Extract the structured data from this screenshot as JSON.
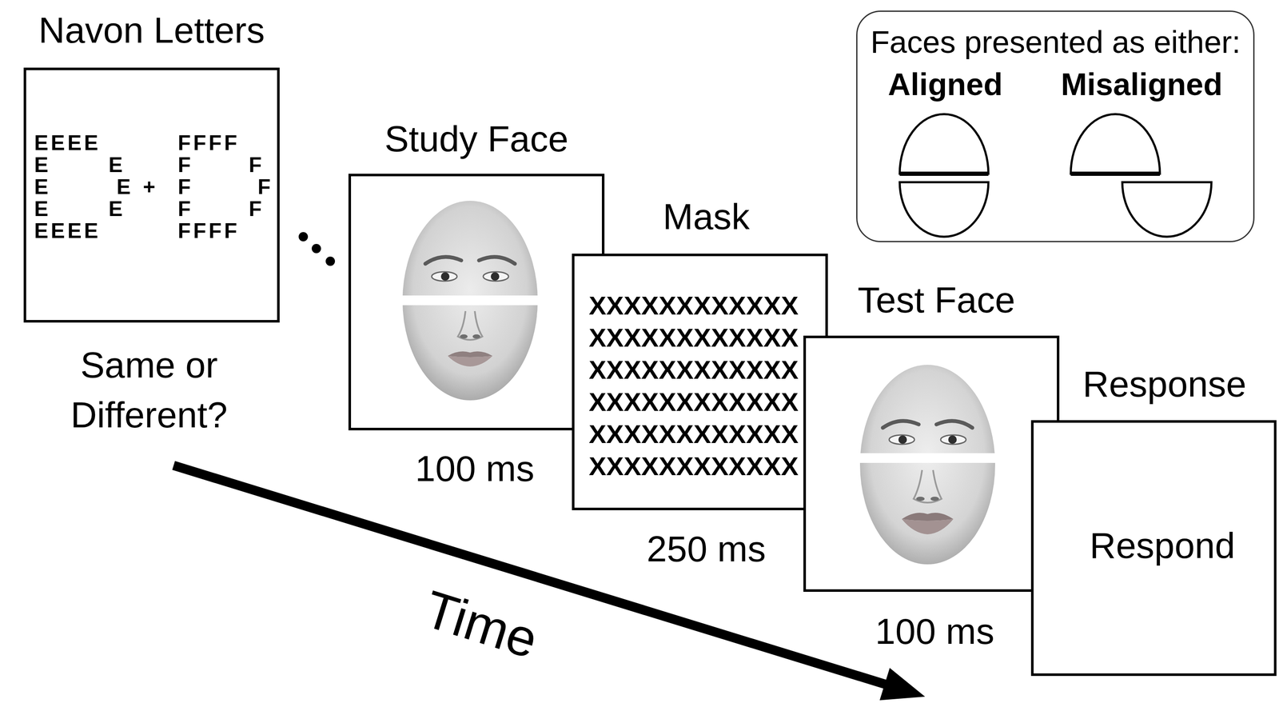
{
  "diagram": {
    "nodes": [
      {
        "text": [
          "Navon Letters"
        ]
      },
      {
        "text": [
          "Study Face"
        ]
      },
      {
        "text": [
          "Mask",
          "XXXXXXXXXXXX XXXXXXXXXXXX XXXXXXXXXXXX XXXXXXXXXXXX XXXXXXXXXXXX XXXXXXXXXXXX"
        ]
      },
      {
        "text": [
          "Test Face"
        ]
      },
      {
        "text": [
          "Response",
          "Respond"
        ]
      },
      {
        "text": [
          "Faces presented as either:",
          "Aligned",
          "Misaligned"
        ]
      }
    ],
    "labels": [
      "EEEE",
      "FFFF",
      "E",
      "E",
      "F",
      "F",
      "E",
      "E",
      "+",
      "F",
      "F",
      "E",
      "E",
      "F",
      "F",
      "EEEE",
      "FFFF",
      "Same or Different?",
      "100 ms",
      "250 ms",
      "100 ms",
      "Time"
    ]
  }
}
